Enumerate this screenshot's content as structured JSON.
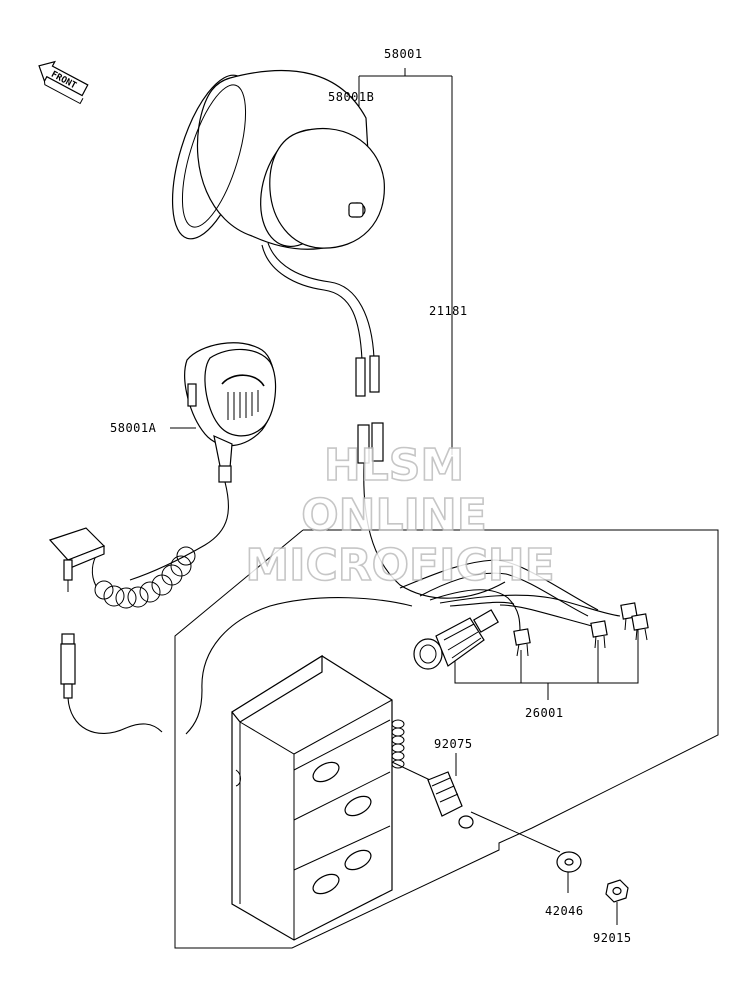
{
  "front_arrow": {
    "text": "FRONT"
  },
  "parts": {
    "p58001": "58001",
    "p58001B": "58001B",
    "p21181": "21181",
    "p58001A": "58001A",
    "p26001": "26001",
    "p92075": "92075",
    "p42046": "42046",
    "p92015": "92015"
  },
  "watermark": {
    "line1": "HLSM",
    "line2": "ONLINE",
    "line3": "MICROFICHE"
  }
}
